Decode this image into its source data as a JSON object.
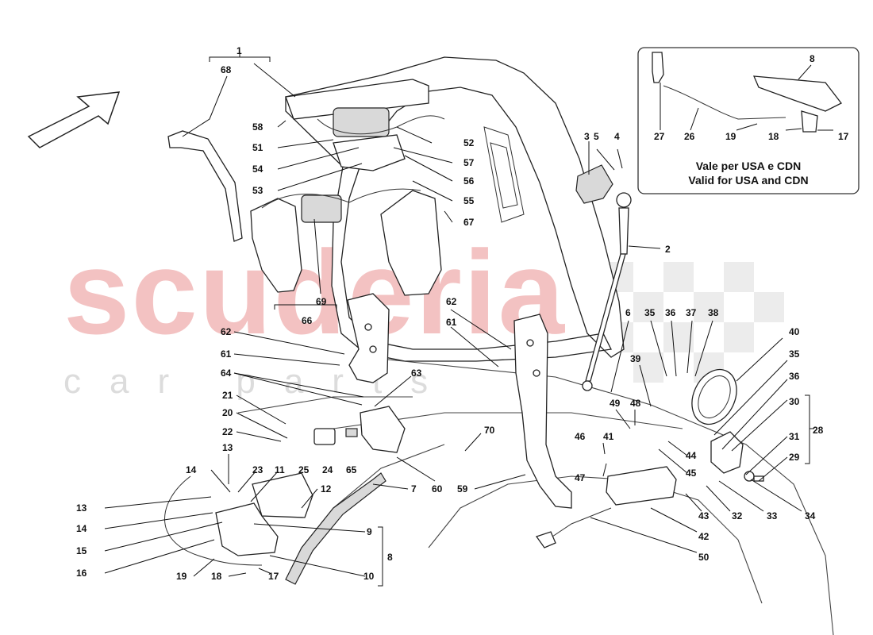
{
  "watermark": {
    "brand": "scuderia",
    "sub": "car parts"
  },
  "inset": {
    "line1": "Vale per USA e CDN",
    "line2": "Valid for USA and CDN"
  },
  "callouts": [
    {
      "id": "c1",
      "text": "1"
    },
    {
      "id": "c68",
      "text": "68"
    },
    {
      "id": "c58",
      "text": "58"
    },
    {
      "id": "c51",
      "text": "51"
    },
    {
      "id": "c54",
      "text": "54"
    },
    {
      "id": "c53",
      "text": "53"
    },
    {
      "id": "c52",
      "text": "52"
    },
    {
      "id": "c57",
      "text": "57"
    },
    {
      "id": "c56",
      "text": "56"
    },
    {
      "id": "c55",
      "text": "55"
    },
    {
      "id": "c67",
      "text": "67"
    },
    {
      "id": "c69",
      "text": "69"
    },
    {
      "id": "c66",
      "text": "66"
    },
    {
      "id": "c3",
      "text": "3"
    },
    {
      "id": "c5",
      "text": "5"
    },
    {
      "id": "c4",
      "text": "4"
    },
    {
      "id": "c2",
      "text": "2"
    },
    {
      "id": "c62a",
      "text": "62"
    },
    {
      "id": "c61a",
      "text": "61"
    },
    {
      "id": "c62b",
      "text": "62"
    },
    {
      "id": "c61b",
      "text": "61"
    },
    {
      "id": "c64",
      "text": "64"
    },
    {
      "id": "c63",
      "text": "63"
    },
    {
      "id": "c21",
      "text": "21"
    },
    {
      "id": "c20",
      "text": "20"
    },
    {
      "id": "c22",
      "text": "22"
    },
    {
      "id": "c13a",
      "text": "13"
    },
    {
      "id": "c14a",
      "text": "14"
    },
    {
      "id": "c23",
      "text": "23"
    },
    {
      "id": "c11",
      "text": "11"
    },
    {
      "id": "c25",
      "text": "25"
    },
    {
      "id": "c24",
      "text": "24"
    },
    {
      "id": "c65",
      "text": "65"
    },
    {
      "id": "c12",
      "text": "12"
    },
    {
      "id": "c13b",
      "text": "13"
    },
    {
      "id": "c14b",
      "text": "14"
    },
    {
      "id": "c15",
      "text": "15"
    },
    {
      "id": "c16",
      "text": "16"
    },
    {
      "id": "c19a",
      "text": "19"
    },
    {
      "id": "c18a",
      "text": "18"
    },
    {
      "id": "c17a",
      "text": "17"
    },
    {
      "id": "c9",
      "text": "9"
    },
    {
      "id": "c10",
      "text": "10"
    },
    {
      "id": "c8a",
      "text": "8"
    },
    {
      "id": "c7",
      "text": "7"
    },
    {
      "id": "c60",
      "text": "60"
    },
    {
      "id": "c70",
      "text": "70"
    },
    {
      "id": "c59",
      "text": "59"
    },
    {
      "id": "c6",
      "text": "6"
    },
    {
      "id": "c35a",
      "text": "35"
    },
    {
      "id": "c36a",
      "text": "36"
    },
    {
      "id": "c37",
      "text": "37"
    },
    {
      "id": "c38",
      "text": "38"
    },
    {
      "id": "c40",
      "text": "40"
    },
    {
      "id": "c39",
      "text": "39"
    },
    {
      "id": "c49",
      "text": "49"
    },
    {
      "id": "c48",
      "text": "48"
    },
    {
      "id": "c46",
      "text": "46"
    },
    {
      "id": "c41",
      "text": "41"
    },
    {
      "id": "c47",
      "text": "47"
    },
    {
      "id": "c44",
      "text": "44"
    },
    {
      "id": "c45",
      "text": "45"
    },
    {
      "id": "c35b",
      "text": "35"
    },
    {
      "id": "c36b",
      "text": "36"
    },
    {
      "id": "c30",
      "text": "30"
    },
    {
      "id": "c28",
      "text": "28"
    },
    {
      "id": "c31",
      "text": "31"
    },
    {
      "id": "c29",
      "text": "29"
    },
    {
      "id": "c43",
      "text": "43"
    },
    {
      "id": "c32",
      "text": "32"
    },
    {
      "id": "c33",
      "text": "33"
    },
    {
      "id": "c34",
      "text": "34"
    },
    {
      "id": "c42",
      "text": "42"
    },
    {
      "id": "c50",
      "text": "50"
    },
    {
      "id": "c8b",
      "text": "8"
    },
    {
      "id": "c27",
      "text": "27"
    },
    {
      "id": "c26",
      "text": "26"
    },
    {
      "id": "c19b",
      "text": "19"
    },
    {
      "id": "c18b",
      "text": "18"
    },
    {
      "id": "c17b",
      "text": "17"
    }
  ]
}
